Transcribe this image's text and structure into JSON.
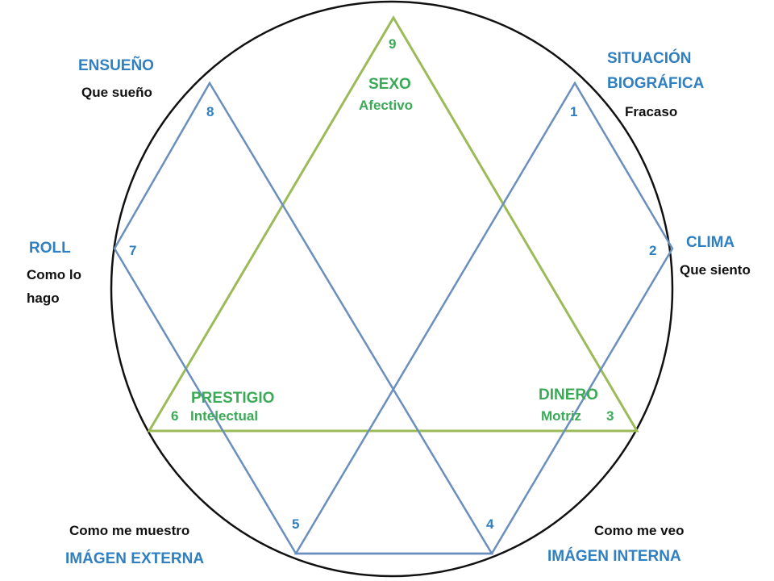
{
  "colors": {
    "circle": "#111111",
    "blue_line": "#6a8fbe",
    "green_line": "#9bbb59",
    "blue_text": "#2f7fc1",
    "green_text": "#3aaa56",
    "black_text": "#111111"
  },
  "nodes": {
    "n1": {
      "number": "1",
      "title_line1": "SITUACIÓN",
      "title_line2": "BIOGRÁFICA",
      "subtitle": "Fracaso"
    },
    "n2": {
      "number": "2",
      "title": "CLIMA",
      "subtitle": "Que siento"
    },
    "n3": {
      "number": "3",
      "title": "DINERO",
      "subtitle": "Motriz"
    },
    "n4": {
      "number": "4",
      "title": "IMÁGEN INTERNA",
      "subtitle": "Como me veo"
    },
    "n5": {
      "number": "5",
      "title": "IMÁGEN EXTERNA",
      "subtitle": "Como me muestro"
    },
    "n6": {
      "number": "6",
      "title": "PRESTIGIO",
      "subtitle": "Intelectual"
    },
    "n7": {
      "number": "7",
      "title": "ROLL",
      "subtitle_line1": "Como lo",
      "subtitle_line2": "hago"
    },
    "n8": {
      "number": "8",
      "title": "ENSUEÑO",
      "subtitle": "Que sueño"
    },
    "n9": {
      "number": "9",
      "title": "SEXO",
      "subtitle": "Afectivo"
    }
  }
}
